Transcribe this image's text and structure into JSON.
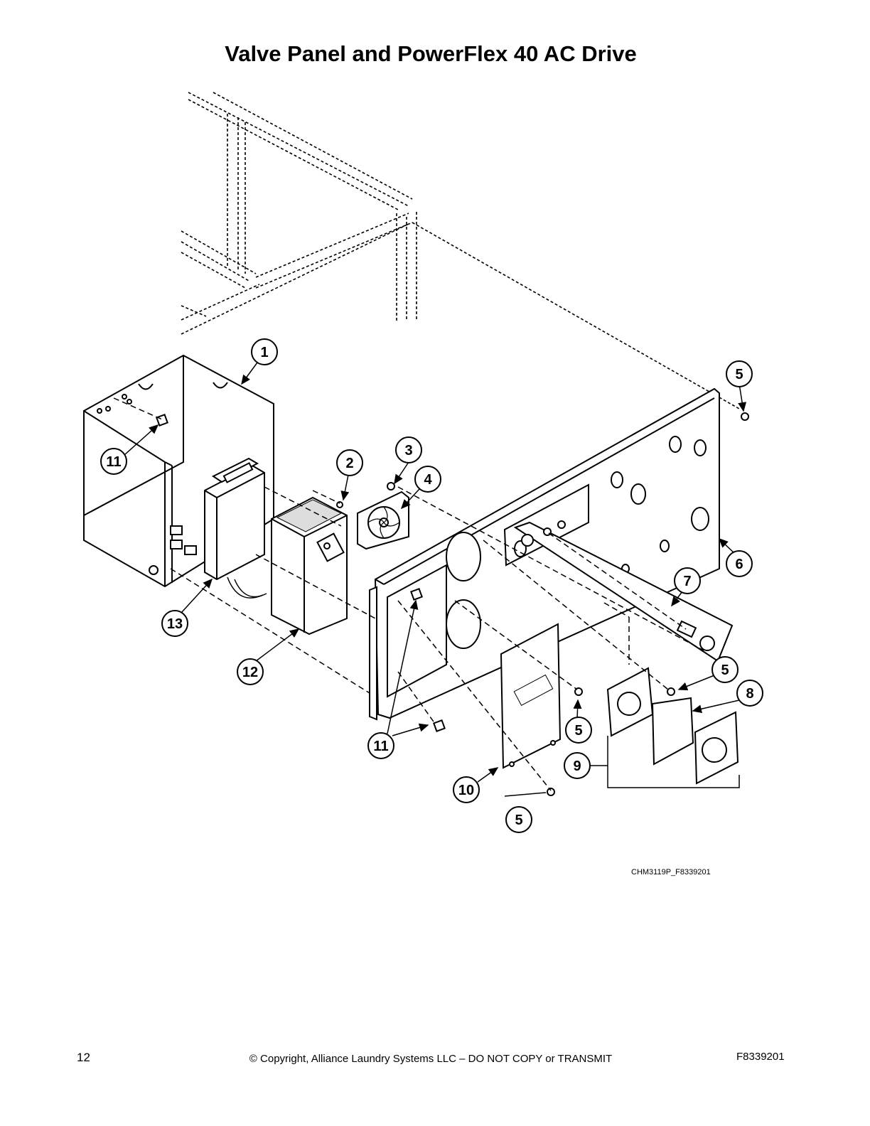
{
  "page": {
    "title": "Valve Panel and PowerFlex 40 AC Drive",
    "figure_code": "CHM3119P_F8339201",
    "page_number": "12",
    "copyright": "© Copyright, Alliance Laundry Systems LLC – DO NOT COPY or TRANSMIT",
    "doc_code": "F8339201"
  },
  "callouts": [
    {
      "id": "c1",
      "label": "1"
    },
    {
      "id": "c2",
      "label": "2"
    },
    {
      "id": "c3",
      "label": "3"
    },
    {
      "id": "c4",
      "label": "4"
    },
    {
      "id": "c5a",
      "label": "5"
    },
    {
      "id": "c5b",
      "label": "5"
    },
    {
      "id": "c5c",
      "label": "5"
    },
    {
      "id": "c5d",
      "label": "5"
    },
    {
      "id": "c6",
      "label": "6"
    },
    {
      "id": "c7",
      "label": "7"
    },
    {
      "id": "c8",
      "label": "8"
    },
    {
      "id": "c9",
      "label": "9"
    },
    {
      "id": "c10",
      "label": "10"
    },
    {
      "id": "c11a",
      "label": "11"
    },
    {
      "id": "c11b",
      "label": "11"
    },
    {
      "id": "c12",
      "label": "12"
    },
    {
      "id": "c13",
      "label": "13"
    }
  ]
}
